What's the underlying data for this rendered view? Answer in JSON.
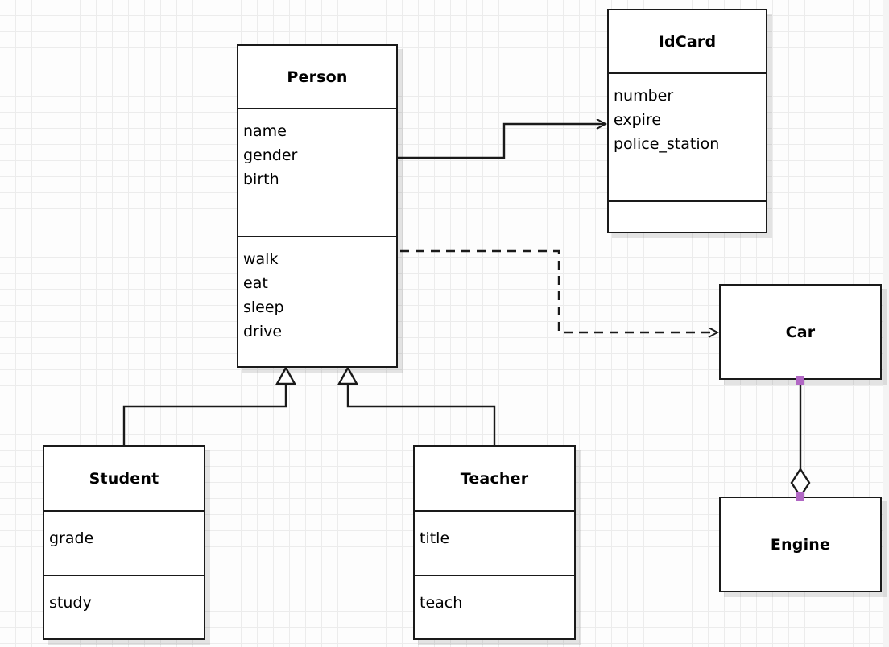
{
  "diagram": {
    "kind": "uml-class-diagram",
    "background": {
      "color": "#fdfdfd",
      "grid_color": "#ececec",
      "grid_size": 20
    },
    "stroke_color": "#1a1a1a",
    "handle_color": "#b167c4"
  },
  "classes": {
    "person": {
      "name": "Person",
      "attributes": [
        "name",
        "gender",
        "birth"
      ],
      "operations": [
        "walk",
        "eat",
        "sleep",
        "drive"
      ]
    },
    "idcard": {
      "name": "IdCard",
      "attributes": [
        "number",
        "expire",
        "police_station"
      ],
      "operations": []
    },
    "student": {
      "name": "Student",
      "attributes": [
        "grade"
      ],
      "operations": [
        "study"
      ]
    },
    "teacher": {
      "name": "Teacher",
      "attributes": [
        "title"
      ],
      "operations": [
        "teach"
      ]
    },
    "car": {
      "name": "Car"
    },
    "engine": {
      "name": "Engine"
    }
  },
  "relationships": [
    {
      "id": "person-idcard",
      "type": "association",
      "from": "Person",
      "to": "IdCard",
      "style": "solid",
      "arrow": "open-arrow"
    },
    {
      "id": "person-car",
      "type": "dependency",
      "from": "Person",
      "to": "Car",
      "style": "dashed",
      "arrow": "open-arrow"
    },
    {
      "id": "student-person",
      "type": "generalization",
      "from": "Student",
      "to": "Person",
      "style": "solid",
      "arrow": "hollow-triangle"
    },
    {
      "id": "teacher-person",
      "type": "generalization",
      "from": "Teacher",
      "to": "Person",
      "style": "solid",
      "arrow": "hollow-triangle"
    },
    {
      "id": "car-engine",
      "type": "aggregation",
      "from": "Car",
      "to": "Engine",
      "style": "solid",
      "arrow": "hollow-diamond"
    }
  ]
}
